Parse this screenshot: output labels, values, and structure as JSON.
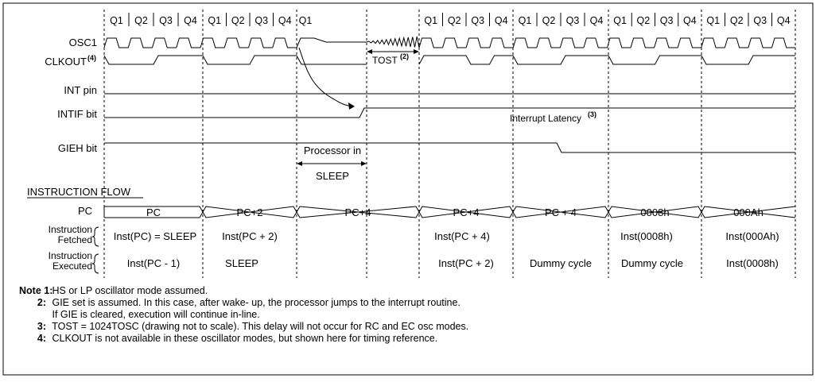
{
  "phases": [
    "Q1",
    "Q2",
    "Q3",
    "Q4",
    "Q1",
    "Q2",
    "Q3",
    "Q4",
    "Q1",
    "Q1",
    "Q2",
    "Q3",
    "Q4",
    "Q1",
    "Q2",
    "Q3",
    "Q4",
    "Q1",
    "Q2",
    "Q3",
    "Q4",
    "Q1",
    "Q2",
    "Q3",
    "Q4"
  ],
  "signals": {
    "osc1": "OSC1",
    "clkout": "CLKOUT",
    "clkout_note": "(4)",
    "int_pin": "INT pin",
    "intif": "INTIF bit",
    "gieh": "GIEH bit"
  },
  "tost_label": "TOST",
  "tost_note": "(2)",
  "interrupt_latency": "Interrupt Latency",
  "interrupt_latency_note": "(3)",
  "processor_line1": "Processor in",
  "processor_line2": "SLEEP",
  "instruction_flow": "INSTRUCTION FLOW",
  "row_labels": {
    "pc": "PC",
    "fetched_1": "Instruction",
    "fetched_2": "Fetched",
    "executed_1": "Instruction",
    "executed_2": "Executed"
  },
  "pc_values": [
    "PC",
    "PC+2",
    "PC+4",
    "PC+4",
    "PC + 4",
    "0008h",
    "000Ah"
  ],
  "fetched": [
    "Inst(PC) = SLEEP",
    "Inst(PC + 2)",
    "",
    "Inst(PC + 4)",
    "",
    "Inst(0008h)",
    "Inst(000Ah)"
  ],
  "executed": [
    "Inst(PC - 1)",
    "SLEEP",
    "",
    "Inst(PC + 2)",
    "Dummy cycle",
    "Dummy cycle",
    "Inst(0008h)"
  ],
  "notes": {
    "header": "Note 1:",
    "n1": "HS or LP oscillator mode assumed.",
    "n2_num": "2:",
    "n2": "GIE set is assumed. In this case, after wake- up, the processor jumps to the interrupt routine.",
    "n2b": "If GIE is cleared, execution will continue in-line.",
    "n3_num": "3:",
    "n3": "TOST = 1024TOSC (drawing not to scale). This delay will not occur for RC and EC osc modes.",
    "n4_num": "4:",
    "n4": "CLKOUT is not available in these oscillator modes, but shown here for timing reference."
  }
}
